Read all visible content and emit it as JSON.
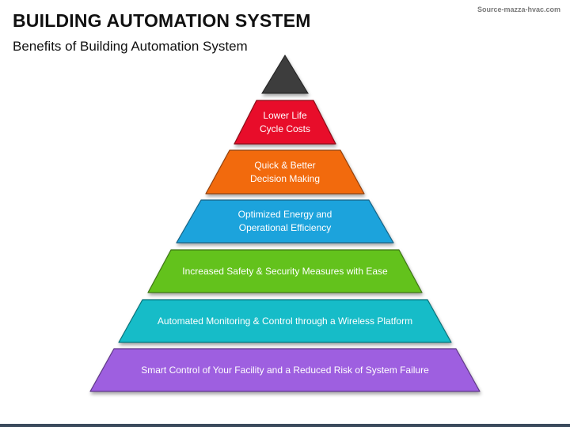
{
  "header": {
    "title": "BUILDING AUTOMATION SYSTEM",
    "subtitle": "Benefits of Building Automation System",
    "source": "Source-mazza-hvac.com"
  },
  "pyramid": {
    "apex": {
      "color": "#3d3d3d"
    },
    "layers": [
      {
        "lines": [
          "Lower Life",
          "Cycle Costs"
        ],
        "color": "#e8102a"
      },
      {
        "lines": [
          "Quick & Better",
          "Decision Making"
        ],
        "color": "#f26a10"
      },
      {
        "lines": [
          "Optimized Energy and",
          "Operational Efficiency"
        ],
        "color": "#1fa3dc"
      },
      {
        "lines": [
          "Increased Safety & Security Measures with Ease"
        ],
        "color": "#64c21e"
      },
      {
        "lines": [
          "Automated Monitoring & Control through a Wireless Platform"
        ],
        "color": "#12bcc8"
      },
      {
        "lines": [
          "Smart Control of Your Facility and a Reduced Risk of System Failure"
        ],
        "color": "#9e5fe0"
      }
    ]
  }
}
